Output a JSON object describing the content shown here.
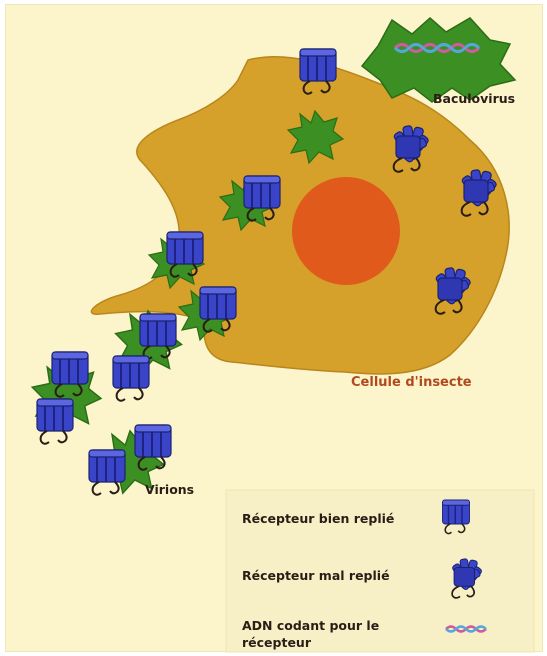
{
  "labels": {
    "baculovirus": "Baculovirus",
    "cell": "Cellule d'insecte",
    "virions": "Virions"
  },
  "legend": {
    "folded": "Récepteur bien replié",
    "misfolded": "Récepteur mal replié",
    "dna": "ADN codant pour le récepteur"
  },
  "colors": {
    "background": "#fcf5cc",
    "cell": "#d6a12a",
    "nucleus": "#e05a1c",
    "virus_envelope": "#3c8f23",
    "receptor": "#3a44c9",
    "dna_strand_1": "#d05aa0",
    "dna_strand_2": "#56a7d9",
    "label_orange": "#b1491c"
  }
}
